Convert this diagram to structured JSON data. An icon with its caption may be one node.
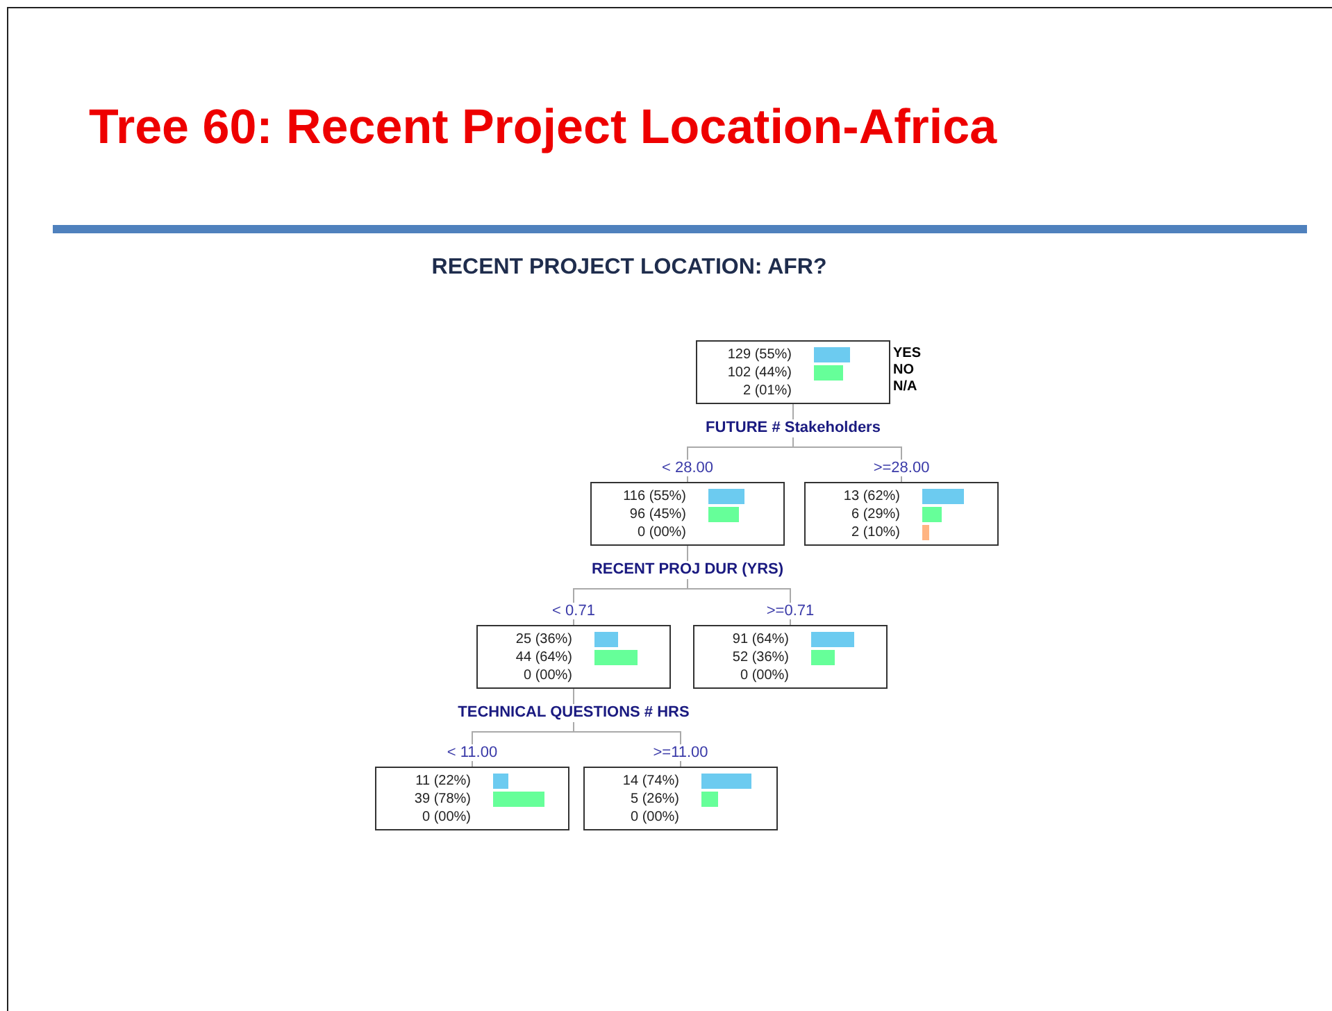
{
  "diagram": {
    "title": "Tree 60: Recent Project Location-Africa",
    "nodes": [
      {
        "text": [
          "129 (55%)",
          "102 (44%)",
          "2 (01%)"
        ],
        "beside": [
          "FUTURE # Stakeholders"
        ]
      },
      {
        "text": [
          "116 (55%)",
          "96 (45%)",
          "0 (00%)"
        ],
        "beside": [
          "RECENT PROJ DUR (YRS)"
        ]
      },
      {
        "text": [
          "13 (62%)",
          "6 (29%)",
          "2 (10%)"
        ]
      },
      {
        "text": [
          "25 (36%)",
          "44 (64%)",
          "0 (00%)"
        ],
        "beside": [
          "TECHNICAL QUESTIONS # HRS"
        ]
      },
      {
        "text": [
          "91 (64%)",
          "52 (36%)",
          "0 (00%)"
        ]
      },
      {
        "text": [
          "11 (22%)",
          "39 (78%)",
          "0 (00%)"
        ]
      },
      {
        "text": [
          "14 (74%)",
          "5 (26%)",
          "0 (00%)"
        ]
      }
    ],
    "edges": [
      {
        "from": 0,
        "to": 1,
        "arrow": "none",
        "label": "< 28.00"
      },
      {
        "from": 0,
        "to": 2,
        "arrow": "none",
        "label": ">=28.00"
      },
      {
        "from": 1,
        "to": 3,
        "arrow": "none",
        "label": "< 0.71"
      },
      {
        "from": 1,
        "to": 4,
        "arrow": "none",
        "label": ">=0.71"
      },
      {
        "from": 3,
        "to": 5,
        "arrow": "none",
        "label": "< 11.00"
      },
      {
        "from": 3,
        "to": 6,
        "arrow": "none",
        "label": ">=11.00"
      }
    ],
    "labels": [
      "RECENT PROJECT LOCATION: AFR?",
      "YES",
      "NO",
      "N/A"
    ]
  }
}
